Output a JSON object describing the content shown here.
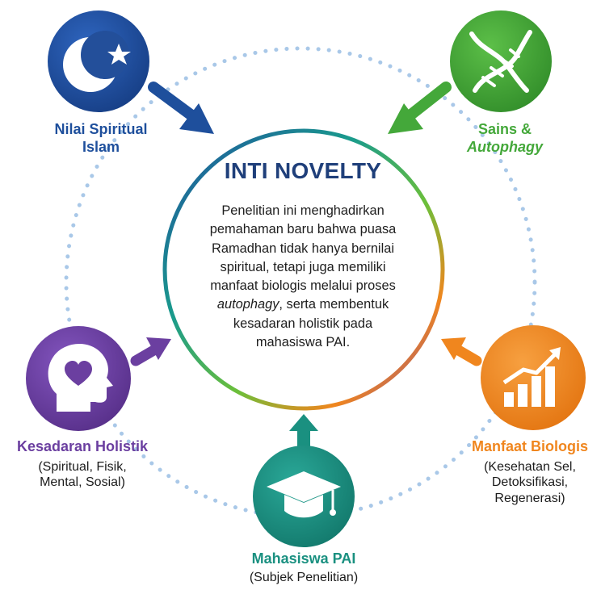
{
  "center": {
    "title": "INTI NOVELTY",
    "body_line1": "Penelitian ini menghadirkan",
    "body_line2": "pemahaman baru bahwa puasa",
    "body_line3": "Ramadhan tidak hanya bernilai",
    "body_line4": "spiritual, tetapi juga memiliki",
    "body_line5": "manfaat biologis melalui proses",
    "body_line6_italic": "autophagy",
    "body_line6_rest": ", serta membentuk",
    "body_line7": "kesadaran holistik pada",
    "body_line8": "mahasiswa PAI."
  },
  "nodes": {
    "spiritual": {
      "line1": "Nilai Spiritual",
      "line2": "Islam",
      "color": "#1e4f9c",
      "icon": "crescent-star-icon"
    },
    "sains": {
      "line1": "Sains &",
      "line2": "Autophagy",
      "color": "#44a83a",
      "icon": "dna-icon"
    },
    "kesadaran": {
      "title": "Kesadaran Holistik",
      "line1": "(Spiritual, Fisik,",
      "line2": "Mental, Sosial)",
      "color": "#6b3fa0",
      "icon": "head-heart-icon"
    },
    "manfaat": {
      "title": "Manfaat Biologis",
      "line1": "(Kesehatan Sel,",
      "line2": "Detoksifikasi,",
      "line3": "Regenerasi)",
      "color": "#f0861e",
      "icon": "growth-chart-icon"
    },
    "mahasiswa": {
      "title": "Mahasiswa PAI",
      "line1": "(Subjek Penelitian)",
      "color": "#1a9080",
      "icon": "graduation-cap-icon"
    }
  }
}
